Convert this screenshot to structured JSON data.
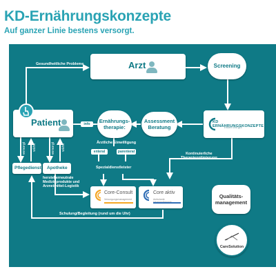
{
  "header": {
    "title": "KD-Ernährungskonzepte",
    "subtitle": "Auf ganzer Linie bestens versorgt."
  },
  "nodes": {
    "arzt": "Arzt",
    "screening": "Screening",
    "patient": "Patient",
    "ernaehrungstherapie": "Ernährungs-\ntherapie:",
    "assessment": "Assessment\nBeratung",
    "kd_logo": "KD ERNÄHRUNGSKONZEPTE",
    "kd_tagline": "Essen und gut",
    "pflegedienst": "Pflegedienst",
    "apotheke": "Apotheke",
    "core_consult": "Core-Consult",
    "core_consult_sub": "Versorgungsmanagement",
    "core_aktiv": "Core aktiv",
    "core_aktiv_sub": "Ambulante Infusionstherapie",
    "qualitaet": "Qualitäts-\nmanagement",
    "caresolution": "CareSolution"
  },
  "labels": {
    "gesundheitliche_probleme": "Gesundheitliche Probleme",
    "aerztliche_einwilligung": "Ärztliche Einwilligung",
    "enteral": "enteral",
    "parenteral": "parenteral",
    "spezialdienstleister": "Spezialdienstleister",
    "kontinuierliche": "Kontinuierliche\nTherapieoptimierung",
    "herstellerneutrale": "herstellerneutrale\nMedizinprodukte und\nArzneimittel-Logistik",
    "schulung": "Schulung/Begleitung (rund um die Uhr)",
    "versorgt_1": "versorgt",
    "waehlt_1": "wählt",
    "versorgt_2": "versorgt",
    "waehlt_2": "wählt",
    "info": "info"
  },
  "colors": {
    "panel": "#0f7a86",
    "title": "#2aa3b4",
    "box": "#ffffff",
    "icon": "#7fb7bf",
    "core_consult_ring": "#f5a623",
    "core_aktiv_ring": "#2f6db5"
  },
  "icons": {
    "patient_hand": "pointing-hand-icon",
    "patient_person": "person-icon",
    "arzt_person": "doctor-icon",
    "qualitaet": "certificate-icon"
  }
}
